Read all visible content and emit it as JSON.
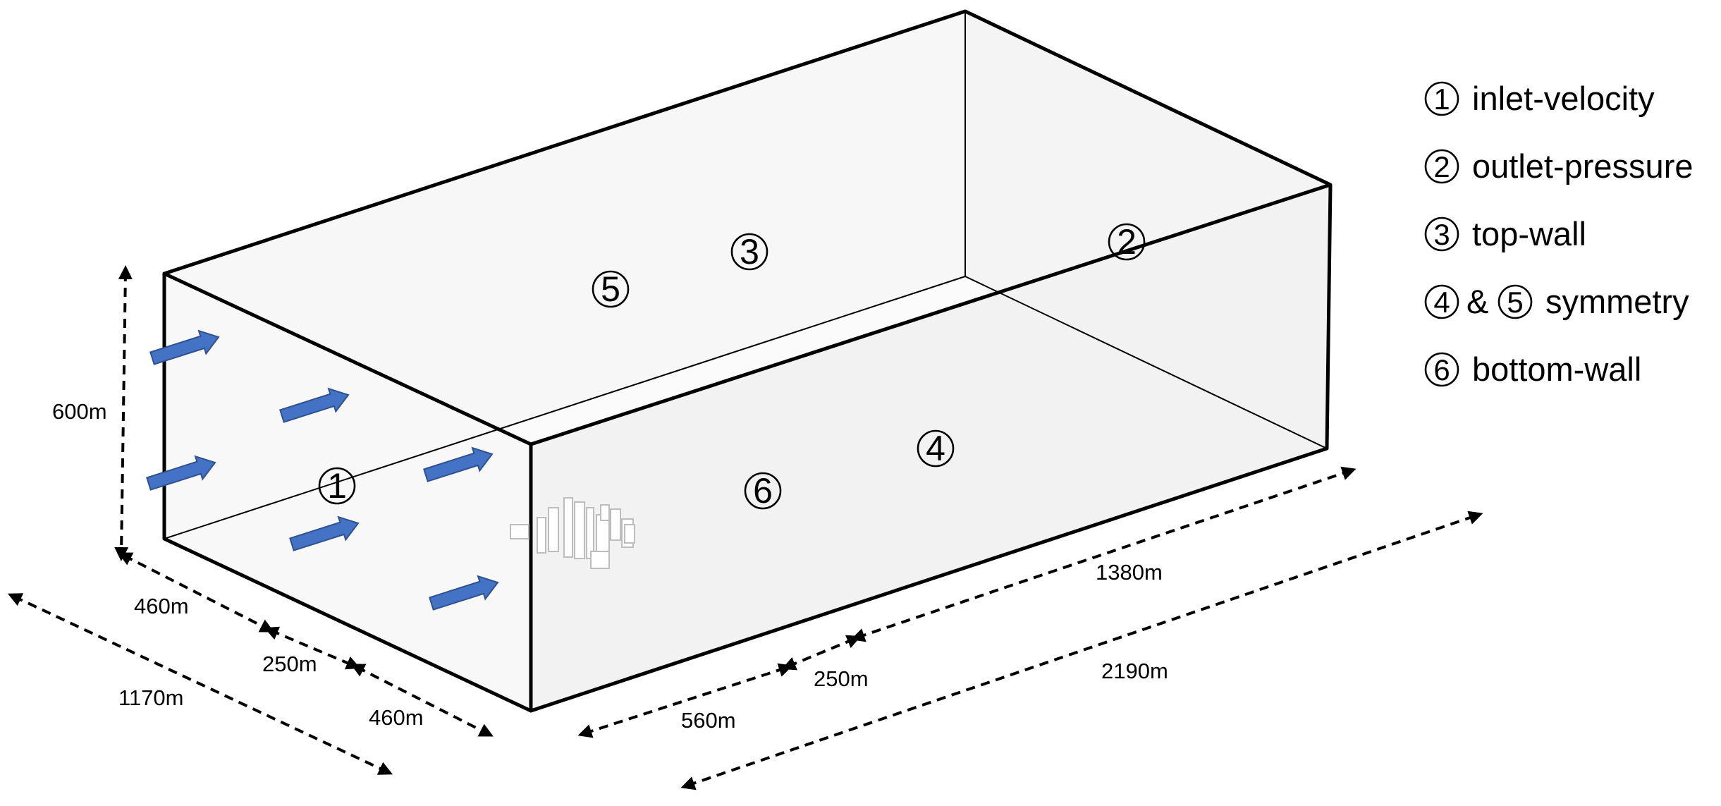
{
  "faces": {
    "inlet": "1",
    "outlet": "2",
    "top": "3",
    "side_front": "4",
    "side_back": "5",
    "bottom": "6"
  },
  "dimensions": {
    "height": "600m",
    "width_left": "460m",
    "width_mid": "250m",
    "width_right": "460m",
    "width_total": "1170m",
    "length_upstream": "560m",
    "length_mid": "250m",
    "length_downstream": "1380m",
    "length_total": "2190m"
  },
  "legend": [
    {
      "marks": [
        "1"
      ],
      "joiner": "",
      "text": "inlet-velocity"
    },
    {
      "marks": [
        "2"
      ],
      "joiner": "",
      "text": "outlet-pressure"
    },
    {
      "marks": [
        "3"
      ],
      "joiner": "",
      "text": "top-wall"
    },
    {
      "marks": [
        "4",
        "5"
      ],
      "joiner": "&",
      "text": "symmetry"
    },
    {
      "marks": [
        "6"
      ],
      "joiner": "",
      "text": "bottom-wall"
    }
  ],
  "colors": {
    "flow_arrow": "#4472C4",
    "flow_arrow_stroke": "#2F528F",
    "face_fill": "#f3f3f3",
    "edge": "#000000"
  }
}
